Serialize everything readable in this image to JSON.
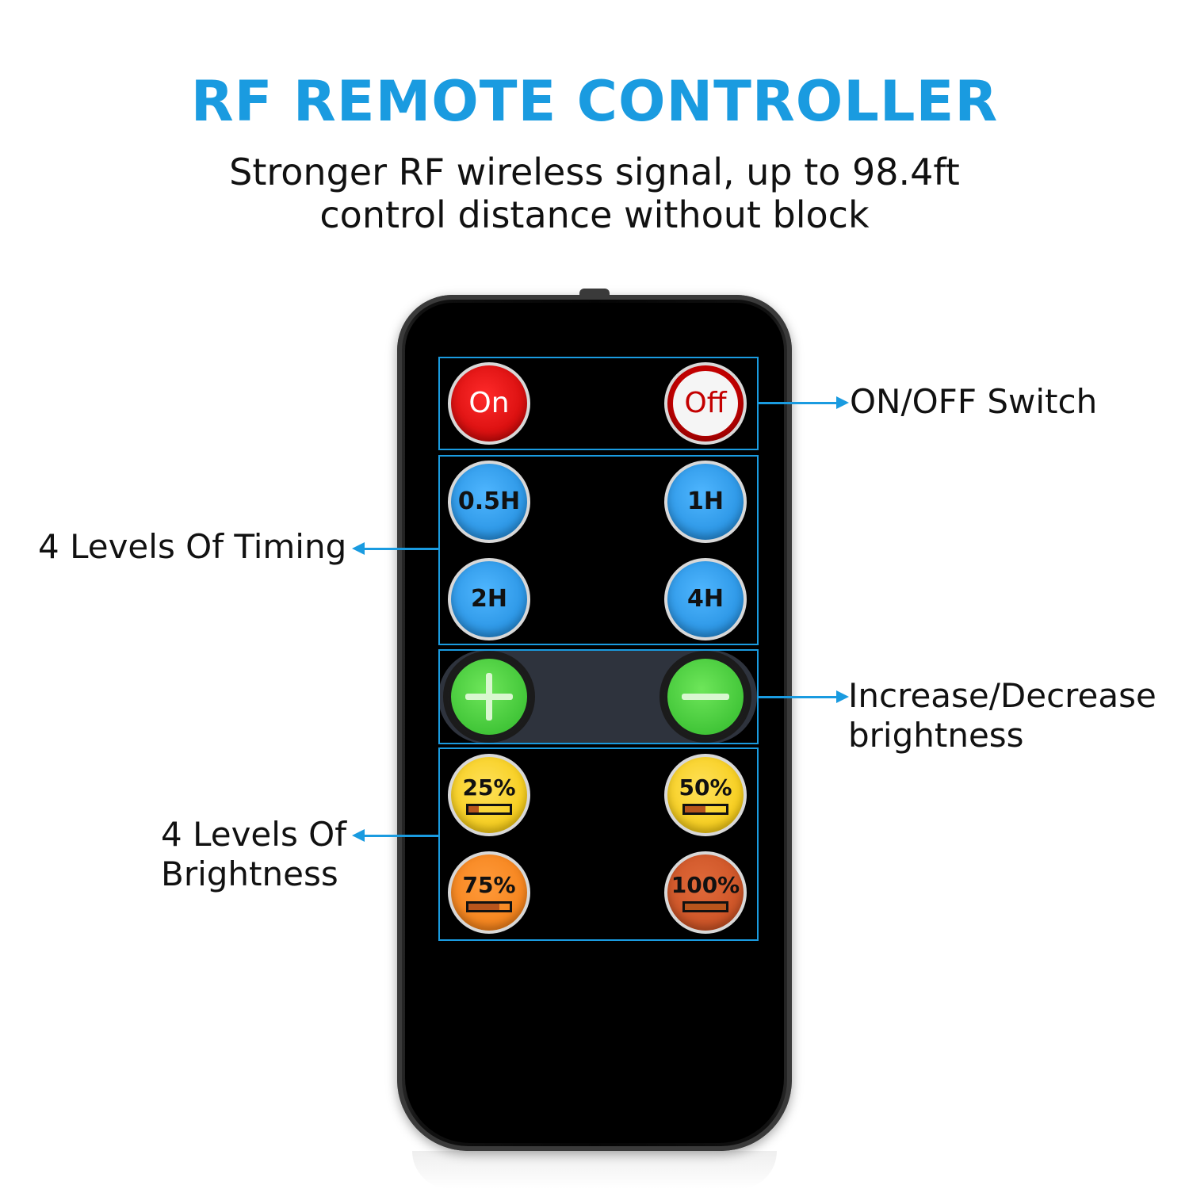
{
  "header": {
    "title": "RF REMOTE CONTROLLER",
    "subtitle_line1": "Stronger RF wireless signal, up to 98.4ft",
    "subtitle_line2": "control distance without block"
  },
  "labels": {
    "on_off": "ON/OFF Switch",
    "timing": "4 Levels Of Timing",
    "inc_dec_line1": "Increase/Decrease",
    "inc_dec_line2": "brightness",
    "brightness_line1": "4 Levels Of",
    "brightness_line2": "Brightness"
  },
  "buttons": {
    "on": "On",
    "off": "Off",
    "t_05h": "0.5H",
    "t_1h": "1H",
    "t_2h": "2H",
    "t_4h": "4H",
    "b_25": "25%",
    "b_50": "50%",
    "b_75": "75%",
    "b_100": "100%"
  },
  "brightness_levels": {
    "b_25": 0.25,
    "b_50": 0.5,
    "b_75": 0.75,
    "b_100": 1.0
  },
  "colors": {
    "accent": "#1a9be0",
    "on_button": "#e00000",
    "timer_button": "#2a9cf0",
    "adjust_button": "#44cc33",
    "b25_button": "#f7d23a",
    "b50_button": "#f5c800",
    "b75_button": "#f5861e",
    "b100_button": "#d45a28"
  },
  "icons": {
    "increase": "plus-icon",
    "decrease": "minus-icon"
  }
}
